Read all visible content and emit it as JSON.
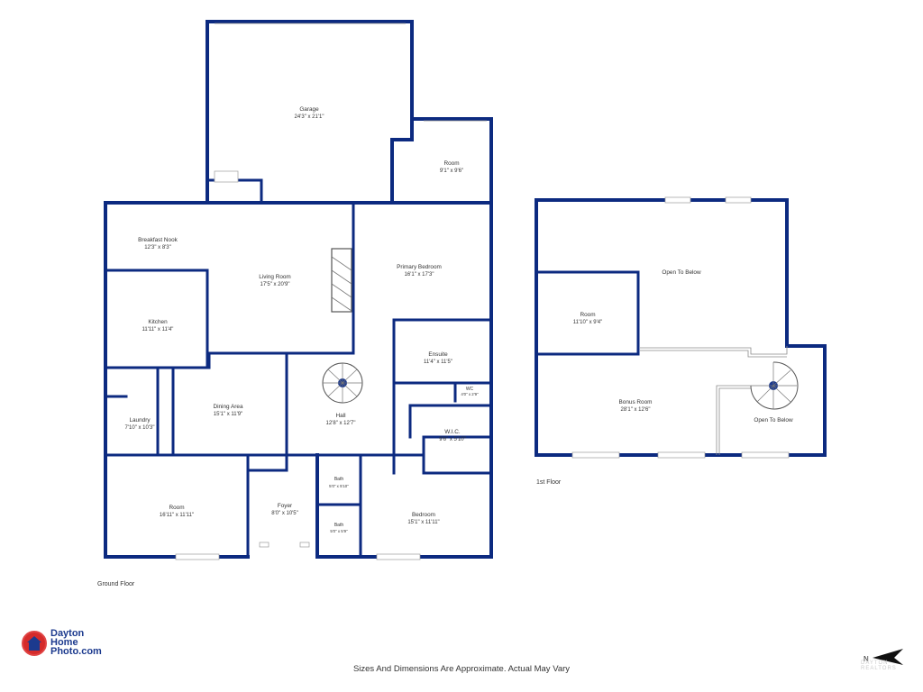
{
  "colors": {
    "wall": "#0c2a80",
    "logo_red": "#d52b2b",
    "logo_blue": "#1c3a8e"
  },
  "floors": {
    "ground": {
      "label": "Ground Floor",
      "rooms": {
        "garage": {
          "name": "Garage",
          "dims": "24'3\" x 21'1\""
        },
        "room_upper": {
          "name": "Room",
          "dims": "9'1\" x 9'6\""
        },
        "breakfast_nook": {
          "name": "Breakfast Nook",
          "dims": "12'3\" x 8'3\""
        },
        "living_room": {
          "name": "Living Room",
          "dims": "17'5\" x 20'9\""
        },
        "primary_bedroom": {
          "name": "Primary Bedroom",
          "dims": "16'1\" x 17'3\""
        },
        "kitchen": {
          "name": "Kitchen",
          "dims": "11'11\" x 11'4\""
        },
        "ensuite": {
          "name": "Ensuite",
          "dims": "11'4\" x 11'5\""
        },
        "wc": {
          "name": "WC",
          "dims": "4'0\" x 2'9\""
        },
        "laundry": {
          "name": "Laundry",
          "dims": "7'10\" x 10'3\""
        },
        "dining_area": {
          "name": "Dining Area",
          "dims": "15'1\" x 11'9\""
        },
        "hall": {
          "name": "Hall",
          "dims": "12'8\" x 12'7\""
        },
        "wic": {
          "name": "W.I.C.",
          "dims": "9'6\" x 5'10\""
        },
        "room_lower": {
          "name": "Room",
          "dims": "16'11\" x 11'11\""
        },
        "foyer": {
          "name": "Foyer",
          "dims": "8'0\" x 10'5\""
        },
        "bath_1": {
          "name": "Bath",
          "dims": "5'0\" x 5'10\""
        },
        "bath_2": {
          "name": "Bath",
          "dims": "5'0\" x 5'9\""
        },
        "bedroom": {
          "name": "Bedroom",
          "dims": "15'1\" x 11'11\""
        }
      }
    },
    "first": {
      "label": "1st Floor",
      "rooms": {
        "open_to_below_1": {
          "name": "Open To Below"
        },
        "room": {
          "name": "Room",
          "dims": "11'10\" x 9'4\""
        },
        "bonus_room": {
          "name": "Bonus Room",
          "dims": "28'1\" x 12'6\""
        },
        "open_to_below_2": {
          "name": "Open To Below"
        }
      }
    }
  },
  "branding": {
    "logo_line1": "Dayton",
    "logo_line2": "Home",
    "logo_line3": "Photo.com",
    "watermark": "DAYTON REALTORS"
  },
  "disclaimer": "Sizes And Dimensions Are Approximate. Actual May Vary",
  "compass": {
    "label": "N"
  }
}
